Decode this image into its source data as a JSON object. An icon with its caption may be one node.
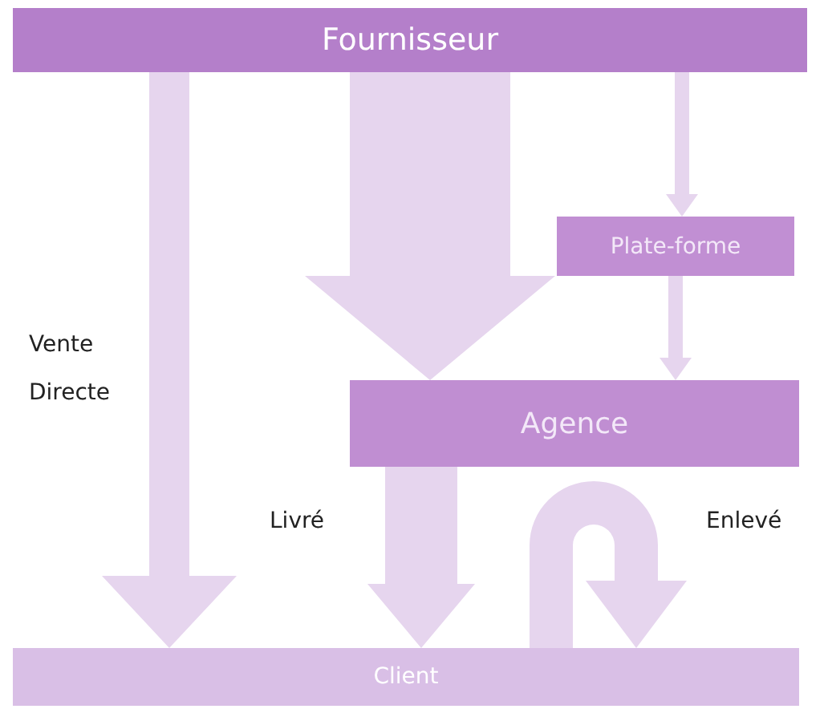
{
  "diagram": {
    "nodes": [
      {
        "text": [
          "Fournisseur"
        ]
      },
      {
        "text": [
          "Plate-forme"
        ]
      },
      {
        "text": [
          "Agence"
        ]
      },
      {
        "text": [
          "Client"
        ]
      }
    ],
    "edges": [
      {
        "from": 0,
        "to": 3,
        "arrow": "to",
        "label": "Vente Directe"
      },
      {
        "from": 0,
        "to": 2,
        "arrow": "to"
      },
      {
        "from": 0,
        "to": 1,
        "arrow": "to"
      },
      {
        "from": 1,
        "to": 2,
        "arrow": "to"
      },
      {
        "from": 2,
        "to": 3,
        "arrow": "to",
        "label": "Livré"
      },
      {
        "from": 3,
        "to": 3,
        "arrow": "to",
        "label": "Enlevé"
      }
    ]
  }
}
